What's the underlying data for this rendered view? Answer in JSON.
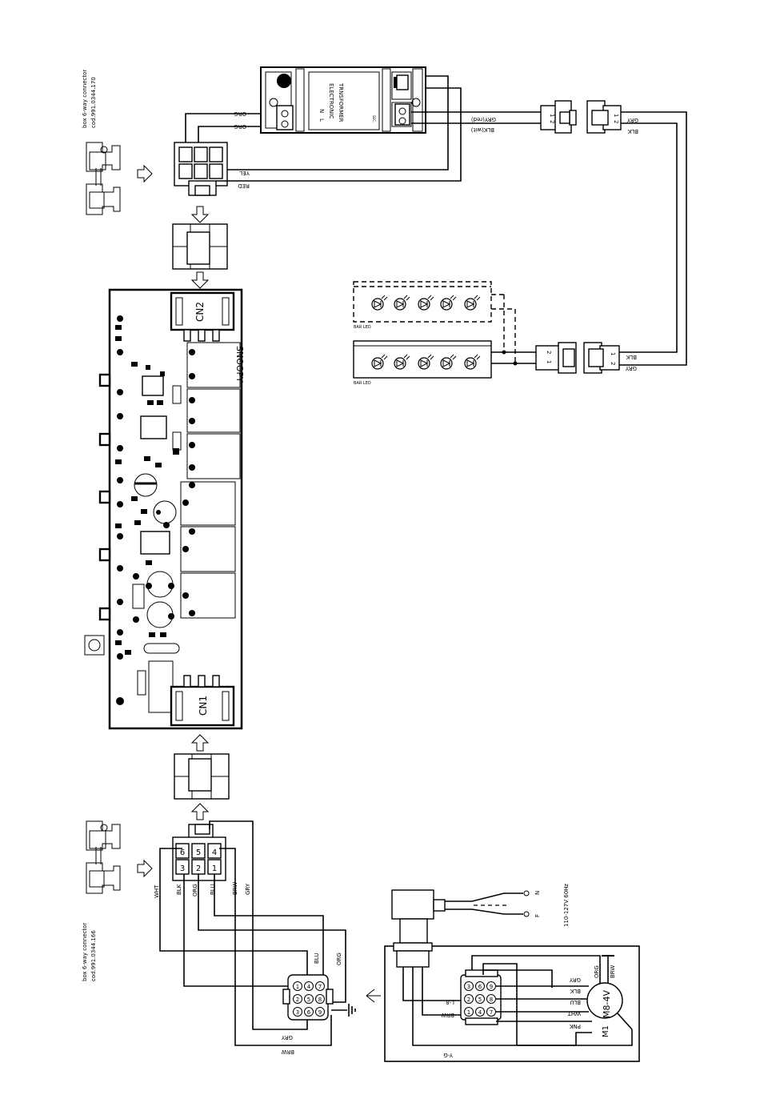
{
  "left_top_connector": {
    "title": "box 6-way connector",
    "code": "cod.991.0344.170",
    "wires": [
      "ORG",
      "ORG",
      "YEL",
      "RED"
    ]
  },
  "left_bottom_connector": {
    "title": "box 6-way connector",
    "code": "cod.991.0344.166",
    "pins": [
      "6",
      "5",
      "4",
      "3",
      "2",
      "1"
    ],
    "wires": [
      "WHT",
      "BLK",
      "ORG",
      "BLU",
      "BRW",
      "GRY"
    ]
  },
  "board": {
    "cn2": "CN2",
    "cn1": "CN1",
    "name": "SNOOPY"
  },
  "transformer": {
    "title": "ELECTRONIC",
    "subtitle": "TRNSFORMER",
    "l": "L",
    "n": "N",
    "sec": "SEC."
  },
  "led_wires": {
    "top_left": [
      "GRY(red)",
      "BLK(wit)"
    ],
    "top_right": [
      "GRY",
      "BLK"
    ],
    "bottom_right": [
      "BLK",
      "GRY"
    ],
    "plug_pins_a": [
      "2",
      "1"
    ],
    "plug_pins_b": [
      "1",
      "2"
    ]
  },
  "bar_led": {
    "label": "BAR LED"
  },
  "motor_connector": {
    "pins": [
      "1",
      "2",
      "3",
      "4",
      "5",
      "6",
      "7",
      "8",
      "9"
    ],
    "wires": [
      "BLU",
      "ORG",
      "GRY",
      "BRW"
    ]
  },
  "motor": {
    "label": "M8-4V",
    "ref": "M1",
    "wires": [
      "GRY",
      "BLK",
      "BLU",
      "WHT",
      "PNK",
      "ORG",
      "BRW",
      "L-8",
      "BRW",
      "Y-G"
    ]
  },
  "power": {
    "n": "N",
    "f": "F",
    "supply": "110-127V 60Hz"
  }
}
